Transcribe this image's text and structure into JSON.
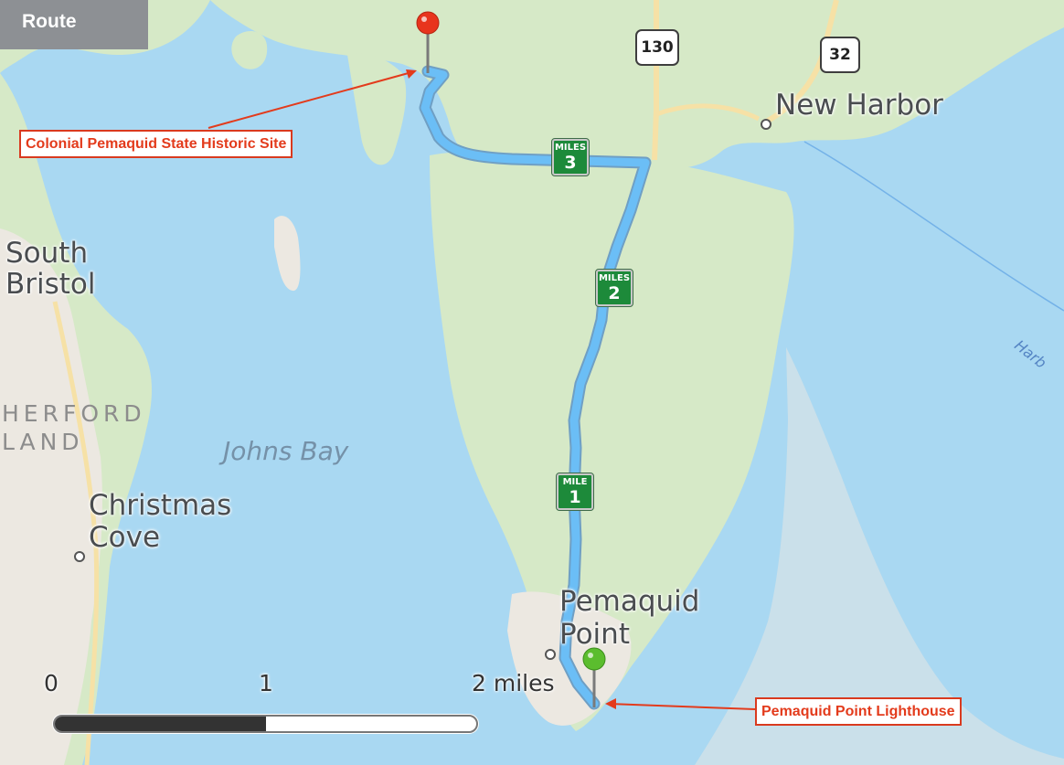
{
  "tab": {
    "label": "Route"
  },
  "places": {
    "new_harbor": "New Harbor",
    "south_bristol_1": "South",
    "south_bristol_2": "Bristol",
    "christmas_cove_1": "Christmas",
    "christmas_cove_2": "Cove",
    "pemaquid_point_1": "Pemaquid",
    "pemaquid_point_2": "Point",
    "rutherford_island_1": "HERFORD",
    "rutherford_island_2": "LAND"
  },
  "water": {
    "johns_bay": "Johns Bay",
    "harbor_partial": "Harb"
  },
  "routes": {
    "shield_130": "130",
    "shield_32": "32"
  },
  "mile_markers": [
    {
      "title": "MILE",
      "number": "1"
    },
    {
      "title": "MILES",
      "number": "2"
    },
    {
      "title": "MILES",
      "number": "3"
    }
  ],
  "callouts": {
    "origin": "Colonial Pemaquid State Historic Site",
    "destination": "Pemaquid Point Lighthouse"
  },
  "scale": {
    "zero": "0",
    "one": "1",
    "two": "2 miles",
    "fill_fraction": 0.5
  },
  "colors": {
    "water": "#a9d8f2",
    "land": "#d6e9c7",
    "developed": "#ece8e1",
    "route": "#6bbef6",
    "origin_pin": "#e8341d",
    "destination_pin": "#5bbd2e",
    "callout": "#e33b1c"
  }
}
